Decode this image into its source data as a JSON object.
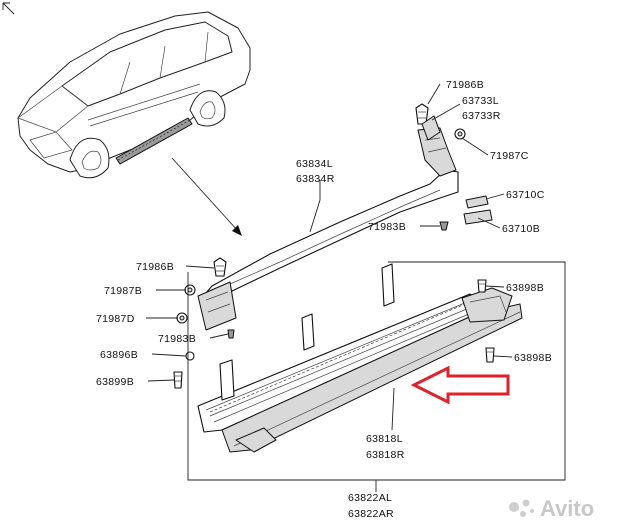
{
  "labels": {
    "p71986b_top": "71986B",
    "p63733l": "63733L",
    "p63733r": "63733R",
    "p71987c": "71987C",
    "p63834l": "63834L",
    "p63834r": "63834R",
    "p63710c": "63710C",
    "p71983b_top": "71983B",
    "p63710b": "63710B",
    "p71986b_left": "71986B",
    "p71987b": "71987B",
    "p71987d": "71987D",
    "p71983b_left": "71983B",
    "p63896b": "63896B",
    "p63899b": "63899B",
    "p63898b_top": "63898B",
    "p63898b_right": "63898B",
    "p63818l": "63818L",
    "p63818r": "63818R",
    "p63822al": "63822AL",
    "p63822ar": "63822AR"
  },
  "watermark": "Avito",
  "colors": {
    "highlight_arrow": "#e0202a",
    "line": "#222222"
  }
}
